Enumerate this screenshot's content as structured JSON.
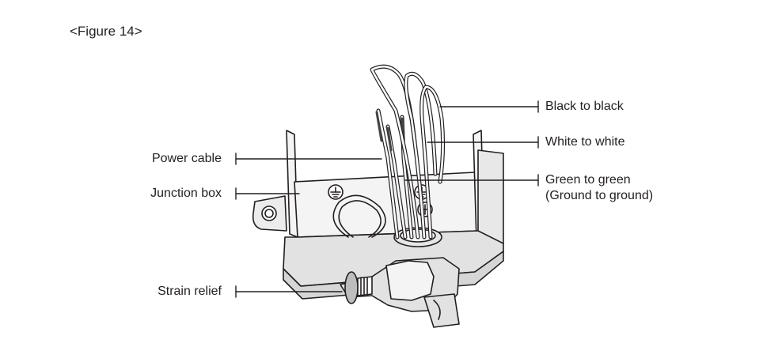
{
  "figure": {
    "title": "<Figure 14>"
  },
  "labels": {
    "power_cable": "Power cable",
    "junction_box": "Junction box",
    "strain_relief": "Strain relief",
    "black_to_black": "Black to black",
    "white_to_white": "White to white",
    "green_to_green": "Green to green",
    "ground_to_ground": "(Ground to ground)"
  },
  "colors": {
    "line": "#231f20",
    "fill_light": "#f4f4f4",
    "fill_mid": "#e2e2e2",
    "fill_dark": "#bdbdbd"
  },
  "icons": {
    "ground_symbol": "ground-icon",
    "screw": "screw-icon"
  }
}
